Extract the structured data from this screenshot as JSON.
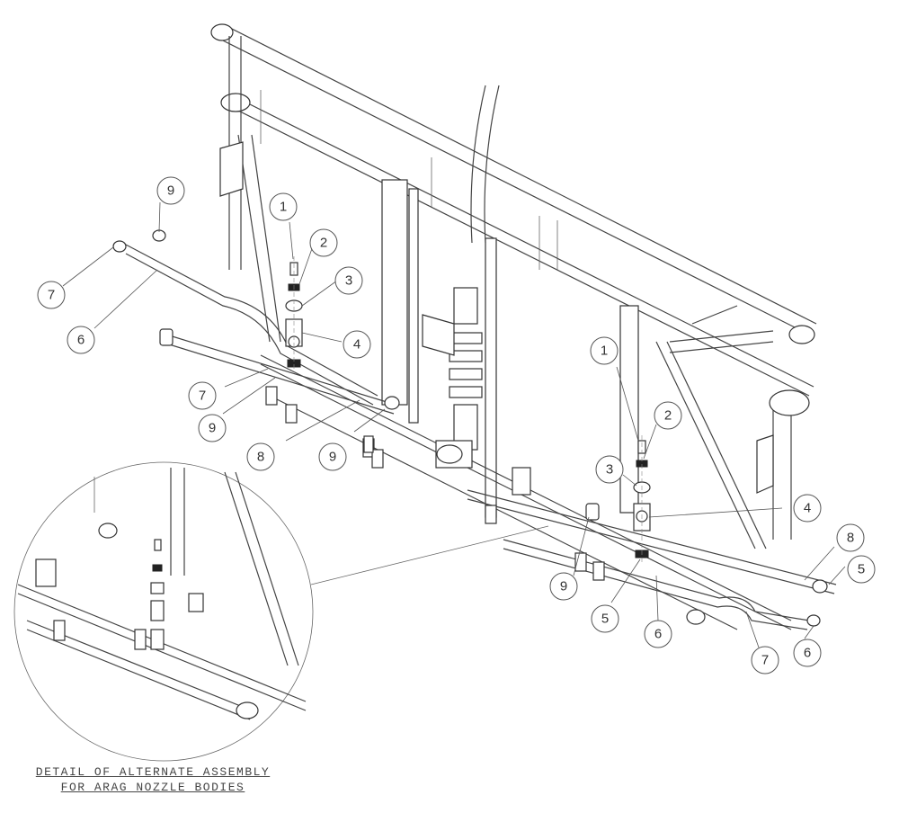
{
  "balloons": [
    {
      "id": "b1a",
      "label": "1"
    },
    {
      "id": "b2a",
      "label": "2"
    },
    {
      "id": "b3a",
      "label": "3"
    },
    {
      "id": "b4a",
      "label": "4"
    },
    {
      "id": "b5a",
      "label": "5"
    },
    {
      "id": "b6a",
      "label": "6"
    },
    {
      "id": "b7a",
      "label": "7"
    },
    {
      "id": "b7b",
      "label": "7"
    },
    {
      "id": "b8a",
      "label": "8"
    },
    {
      "id": "b9a",
      "label": "9"
    },
    {
      "id": "b9b",
      "label": "9"
    },
    {
      "id": "b1b",
      "label": "1"
    },
    {
      "id": "b2b",
      "label": "2"
    },
    {
      "id": "b3b",
      "label": "3"
    },
    {
      "id": "b4b",
      "label": "4"
    },
    {
      "id": "b5b",
      "label": "5"
    },
    {
      "id": "b6b",
      "label": "6"
    },
    {
      "id": "b6c",
      "label": "6"
    },
    {
      "id": "b7c",
      "label": "7"
    },
    {
      "id": "b8b",
      "label": "8"
    },
    {
      "id": "b9c",
      "label": "9"
    },
    {
      "id": "b9d",
      "label": "9"
    }
  ],
  "caption": {
    "line1": "DETAIL OF ALTERNATE ASSEMBLY",
    "line2": "FOR ARAG NOZZLE BODIES"
  }
}
